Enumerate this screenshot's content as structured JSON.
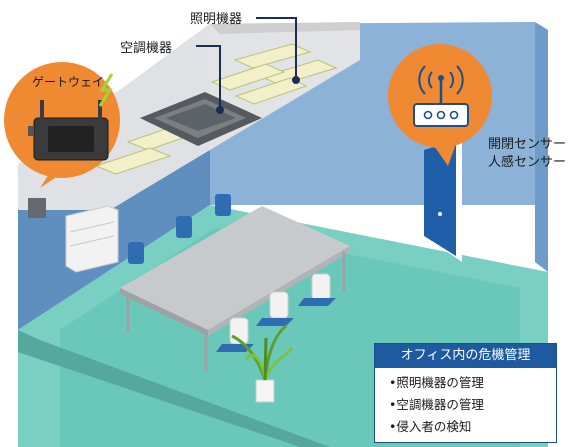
{
  "labels": {
    "lighting": "照明機器",
    "aircon": "空調機器",
    "gateway": "ゲートウェイ",
    "sensor_open_close": "開閉センサー",
    "sensor_presence": "人感センサー"
  },
  "info_box": {
    "title": "オフィス内の危機管理",
    "items": [
      "•照明機器の管理",
      "•空調機器の管理",
      "•侵入者の検知"
    ]
  },
  "colors": {
    "floor": "#78cfc2",
    "wall_left": "#5f8fbf",
    "wall_back": "#8cb2d8",
    "ceiling": "#e3e3e3",
    "callout_orange": "#f08a32",
    "door": "#1f5ea8",
    "box_header": "#1d5aa0"
  },
  "icons": [
    "gateway-device-icon",
    "wifi-router-icon",
    "lightning-icon",
    "plant-icon"
  ]
}
